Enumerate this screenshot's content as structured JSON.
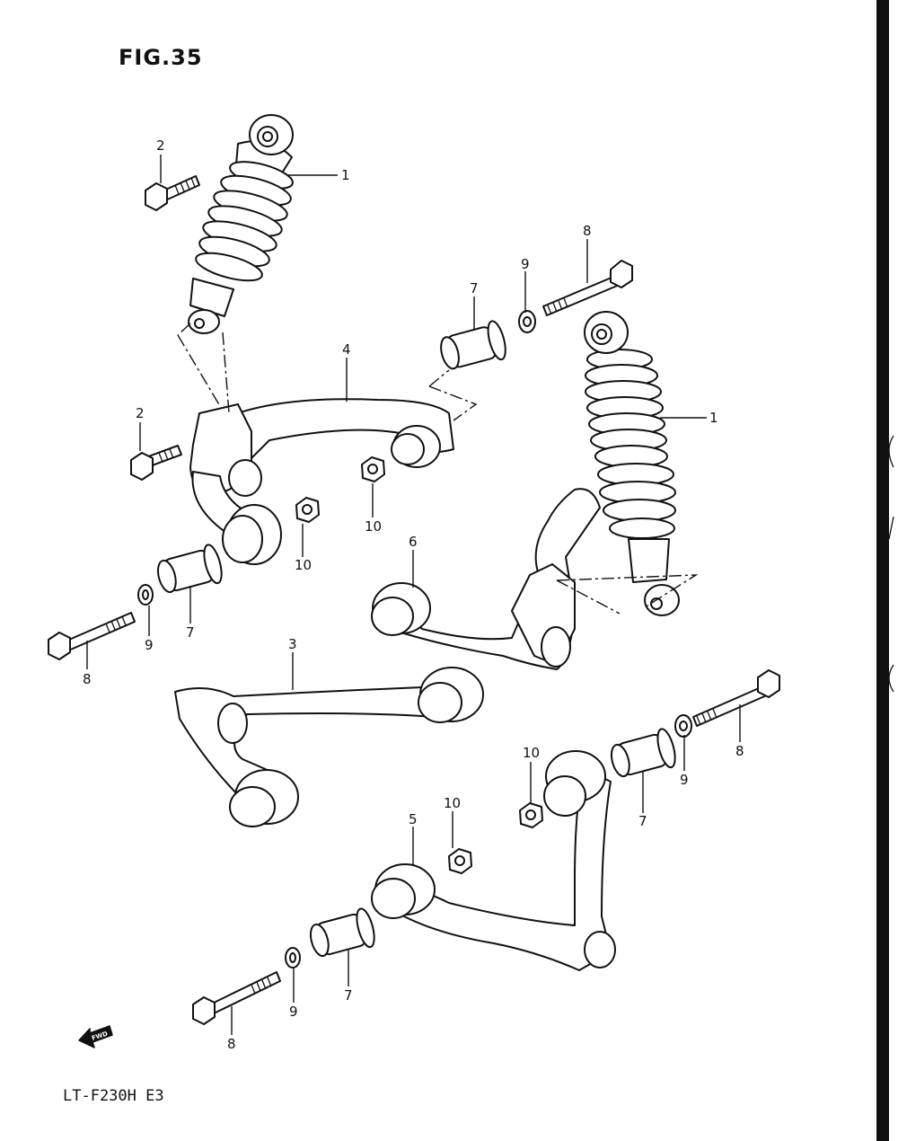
{
  "figure": {
    "title": "FIG.35",
    "model_code": "LT-F230H E3",
    "fwd_label": "FWD"
  },
  "callouts": [
    "1",
    "1",
    "2",
    "2",
    "3",
    "4",
    "5",
    "6",
    "7",
    "7",
    "7",
    "7",
    "8",
    "8",
    "8",
    "8",
    "9",
    "9",
    "9",
    "9",
    "10",
    "10",
    "10",
    "10"
  ],
  "icons": [
    "fwd-arrow-icon"
  ],
  "colors": {
    "ink": "#111111",
    "paper": "#ffffff"
  }
}
